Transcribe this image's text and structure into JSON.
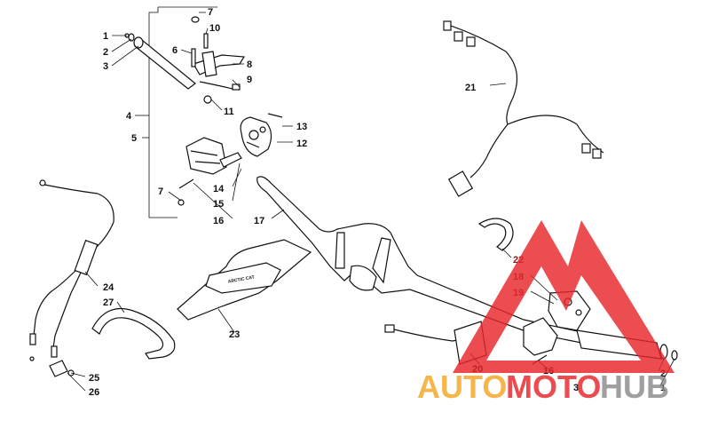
{
  "labels": {
    "l1": "1",
    "l2": "2",
    "l3": "3",
    "l4": "4",
    "l5": "5",
    "l6": "6",
    "l7a": "7",
    "l7b": "7",
    "l8": "8",
    "l9": "9",
    "l10": "10",
    "l11": "11",
    "l12": "12",
    "l13": "13",
    "l14": "14",
    "l15": "15",
    "l16a": "16",
    "l16b": "16",
    "l17": "17",
    "l18": "18",
    "l19": "19",
    "l20": "20",
    "l21": "21",
    "l22": "22",
    "l23": "23",
    "l24": "24",
    "l25": "25",
    "l26": "26",
    "l27": "27",
    "l1b": "1",
    "l2b": "2",
    "l3b": "3"
  },
  "pad_text": "ARCTIC CAT",
  "watermark": {
    "auto": "AUTO",
    "moto": "MOTO",
    "hub": "HUB",
    "colors": {
      "orange": "#f5a623",
      "red": "#e8262a",
      "gray": "#8a8a8a"
    }
  }
}
